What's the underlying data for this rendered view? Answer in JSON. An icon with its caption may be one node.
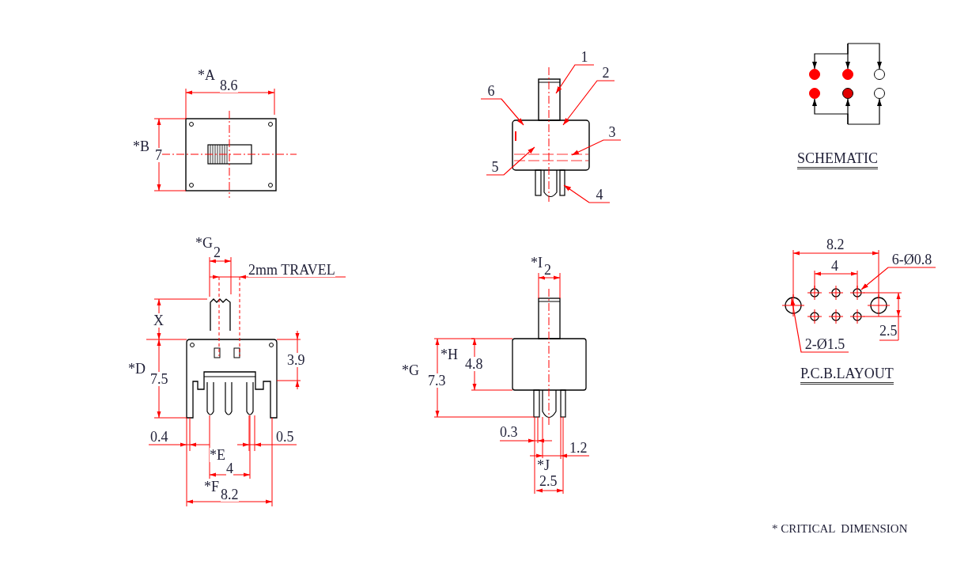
{
  "diagram": {
    "nodes": [
      {
        "text": [
          "1"
        ]
      },
      {
        "text": [
          "2"
        ]
      },
      {
        "text": [
          "3"
        ]
      },
      {
        "text": [
          "4"
        ]
      },
      {
        "text": [
          "5"
        ]
      },
      {
        "text": [
          "6"
        ]
      },
      {
        "text": [],
        "shape": "circle"
      },
      {
        "text": [],
        "shape": "circle"
      },
      {
        "text": [],
        "shape": "circle"
      },
      {
        "text": [],
        "shape": "circle"
      },
      {
        "text": [],
        "shape": "circle"
      },
      {
        "text": [],
        "shape": "circle"
      },
      {
        "text": [
          "6-Ø0.8"
        ]
      },
      {
        "text": [
          "2-Ø1.5"
        ]
      }
    ],
    "edges": [
      {
        "from": 0,
        "to": null,
        "arrow": "to"
      },
      {
        "from": 1,
        "to": null,
        "arrow": "to"
      },
      {
        "from": 2,
        "to": null,
        "arrow": "to"
      },
      {
        "from": 3,
        "to": null,
        "arrow": "to"
      },
      {
        "from": 4,
        "to": null,
        "arrow": "to"
      },
      {
        "from": 5,
        "to": null,
        "arrow": "to"
      },
      {
        "from": null,
        "to": 6,
        "arrow": "to",
        "color": "#000000"
      },
      {
        "from": null,
        "to": 7,
        "arrow": "to",
        "color": "#000000"
      },
      {
        "from": null,
        "to": 8,
        "arrow": "to",
        "color": "#000000"
      },
      {
        "from": null,
        "to": 9,
        "arrow": "to",
        "color": "#000000"
      },
      {
        "from": null,
        "to": 10,
        "arrow": "to",
        "color": "#000000"
      },
      {
        "from": null,
        "to": 11,
        "arrow": "to",
        "color": "#000000"
      },
      {
        "from": 12,
        "to": null,
        "arrow": "to"
      },
      {
        "from": 13,
        "to": null,
        "arrow": "to"
      }
    ],
    "labels": [
      "*A",
      "8.6",
      "*B",
      "7",
      "SCHEMATIC",
      "*G",
      "2",
      "2mm TRAVEL",
      "X",
      "*D",
      "7.5",
      "3.9",
      "0.4",
      "0.5",
      "*E",
      "4",
      "*F",
      "8.2",
      "*I",
      "2",
      "*H",
      "4.8",
      "*G",
      "7.3",
      "0.3",
      "1.2",
      "*J",
      "2.5",
      "8.2",
      "4",
      "2.5",
      "P.C.B.LAYOUT",
      "* CRITICAL  DIMENSION"
    ]
  }
}
